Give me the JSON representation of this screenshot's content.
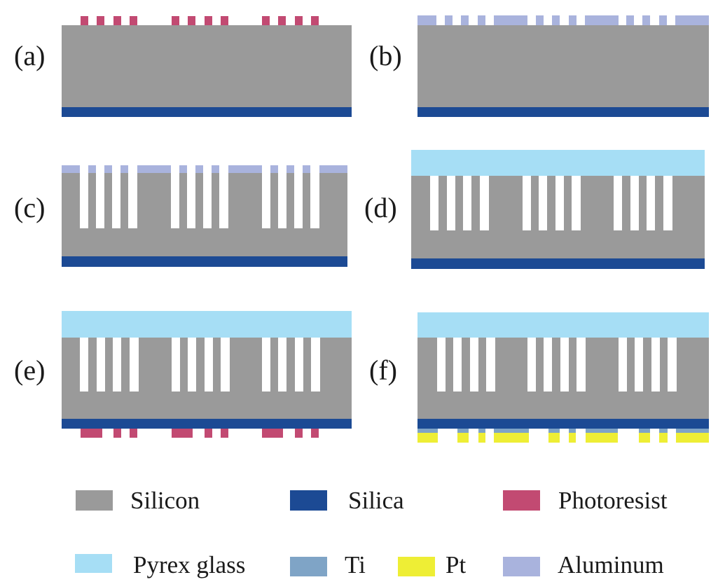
{
  "panels": [
    {
      "label": "(a)"
    },
    {
      "label": "(b)"
    },
    {
      "label": "(c)"
    },
    {
      "label": "(d)"
    },
    {
      "label": "(e)"
    },
    {
      "label": "(f)"
    }
  ],
  "legend": [
    {
      "label": "Silicon",
      "material": "silicon",
      "color": "#9a9a9a"
    },
    {
      "label": "Silica",
      "material": "silica",
      "color": "#1c4a94"
    },
    {
      "label": "Photoresist",
      "material": "photoresist",
      "color": "#c24a72"
    },
    {
      "label": "Pyrex glass",
      "material": "pyrex-glass",
      "color": "#a6def5"
    },
    {
      "label": "Ti",
      "material": "ti",
      "color": "#7fa4c6"
    },
    {
      "label": "Pt",
      "material": "pt",
      "color": "#eeee35"
    },
    {
      "label": "Aluminum",
      "material": "aluminum",
      "color": "#a9b3dd"
    }
  ],
  "colors": {
    "silicon": "#9a9a9a",
    "silica": "#1c4a94",
    "photoresist": "#c24a72",
    "pyrex": "#a6def5",
    "ti": "#7fa4c6",
    "pt": "#eeee35",
    "aluminum": "#a9b3dd",
    "trench": "#ffffff"
  }
}
